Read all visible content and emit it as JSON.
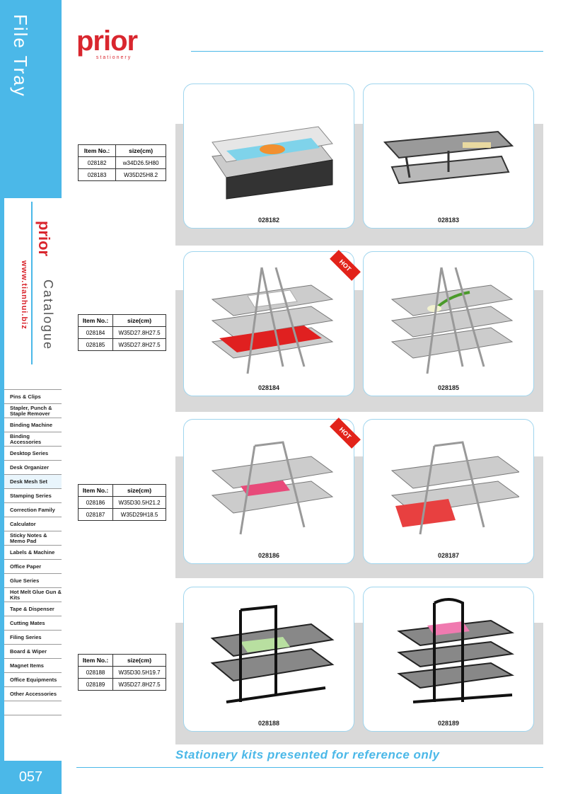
{
  "sidebar": {
    "title": "File Tray",
    "logo": "prior",
    "catalogue": "Catalogue",
    "website": "www.tianhui.biz",
    "page_number": "057"
  },
  "brand": {
    "name": "prior",
    "tagline": "stationery",
    "accent": "#4bb8e8",
    "red": "#d9262e"
  },
  "nav": {
    "items": [
      "Pins & Clips",
      "Stapler, Punch & Staple Remover",
      "Binding Machine",
      "Binding Accessories",
      "Desktop Series",
      "Desk Organizer",
      "Desk Mesh Set",
      "Stamping Series",
      "Correction Family",
      "Calculator",
      "Sticky Notes & Memo Pad",
      "Labels & Machine",
      "Office Paper",
      "Glue Series",
      "Hot Melt Glue Gun & Kits",
      "Tape & Dispenser",
      "Cutting Mates",
      "Filing Series",
      "Board & Wiper",
      "Magnet Items",
      "Office Equipments",
      "Other Accessories"
    ],
    "active": "Desk Mesh Set"
  },
  "tables": [
    {
      "header": [
        "Item No.:",
        "size(cm)"
      ],
      "rows": [
        [
          "028182",
          "w34D26.5H80"
        ],
        [
          "028183",
          "W35D25H8.2"
        ]
      ]
    },
    {
      "header": [
        "Item No.:",
        "size(cm)"
      ],
      "rows": [
        [
          "028184",
          "W35D27.8H27.5"
        ],
        [
          "028185",
          "W35D27.8H27.5"
        ]
      ]
    },
    {
      "header": [
        "Item No.:",
        "size(cm)"
      ],
      "rows": [
        [
          "028186",
          "W35D30.5H21.2"
        ],
        [
          "028187",
          "W35D29H18.5"
        ]
      ]
    },
    {
      "header": [
        "Item No.:",
        "size(cm)"
      ],
      "rows": [
        [
          "028188",
          "W35D30.5H19.7"
        ],
        [
          "028189",
          "W35D27.8H27.5"
        ]
      ]
    }
  ],
  "products": [
    {
      "code": "028182",
      "hot": false,
      "icon": "two-tier-silver-mesh-tray"
    },
    {
      "code": "028183",
      "hot": false,
      "icon": "two-tier-black-mesh-tray"
    },
    {
      "code": "028184",
      "hot": true,
      "hot_label": "HOT",
      "icon": "three-tier-silver-tray-with-stand"
    },
    {
      "code": "028185",
      "hot": false,
      "icon": "three-tier-silver-tray-with-stand"
    },
    {
      "code": "028186",
      "hot": true,
      "hot_label": "HOT",
      "icon": "two-tier-silver-tray-with-stand"
    },
    {
      "code": "028187",
      "hot": false,
      "icon": "two-tier-silver-tray-with-stand"
    },
    {
      "code": "028188",
      "hot": false,
      "icon": "two-tier-black-tray-with-stand"
    },
    {
      "code": "028189",
      "hot": false,
      "icon": "three-tier-black-tray-with-stand"
    }
  ],
  "footer": {
    "note": "Stationery kits presented for reference only"
  }
}
